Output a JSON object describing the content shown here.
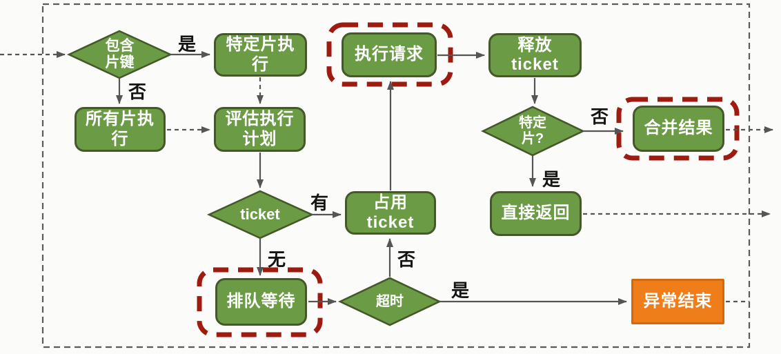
{
  "diagram": {
    "title": "sharded query execution flowchart",
    "colors": {
      "node_fill": "#6c9b46",
      "node_border": "#44582a",
      "node_text": "#ffffff",
      "highlight_red": "#9e1b10",
      "abnormal_fill": "#ef7d1a",
      "abnormal_border": "#d2690c",
      "arrow_gray": "#555555",
      "background": "#fbfbf9"
    },
    "nodes": {
      "contains_shard_key": {
        "label": "包含\n片键",
        "shape": "diamond",
        "highlighted": false
      },
      "specific_shard_exec": {
        "label": "特定片执\n行",
        "shape": "rect",
        "highlighted": false
      },
      "all_shards_exec": {
        "label": "所有片执\n行",
        "shape": "rect",
        "highlighted": false
      },
      "evaluate_plan": {
        "label": "评估执行\n计划",
        "shape": "rect",
        "highlighted": false
      },
      "ticket": {
        "label": "ticket",
        "shape": "diamond",
        "highlighted": false
      },
      "occupy_ticket": {
        "label": "占用\nticket",
        "shape": "rect",
        "highlighted": false
      },
      "queue_wait": {
        "label": "排队等待",
        "shape": "rect",
        "highlighted": true
      },
      "timeout": {
        "label": "超时",
        "shape": "diamond",
        "highlighted": false
      },
      "execute_request": {
        "label": "执行请求",
        "shape": "rect",
        "highlighted": true
      },
      "release_ticket": {
        "label": "释放\nticket",
        "shape": "rect",
        "highlighted": false
      },
      "specific_shard_q": {
        "label": "特定\n片?",
        "shape": "diamond",
        "highlighted": false
      },
      "merge_results": {
        "label": "合并结果",
        "shape": "rect",
        "highlighted": true
      },
      "direct_return": {
        "label": "直接返回",
        "shape": "rect",
        "highlighted": false
      },
      "abnormal_end": {
        "label": "异常结束",
        "shape": "rect",
        "highlighted": false,
        "color": "orange"
      }
    },
    "edge_labels": {
      "shard_key_yes": "是",
      "shard_key_no": "否",
      "ticket_have": "有",
      "ticket_none": "无",
      "timeout_no": "否",
      "timeout_yes": "是",
      "specific_no": "否",
      "specific_yes": "是"
    }
  }
}
